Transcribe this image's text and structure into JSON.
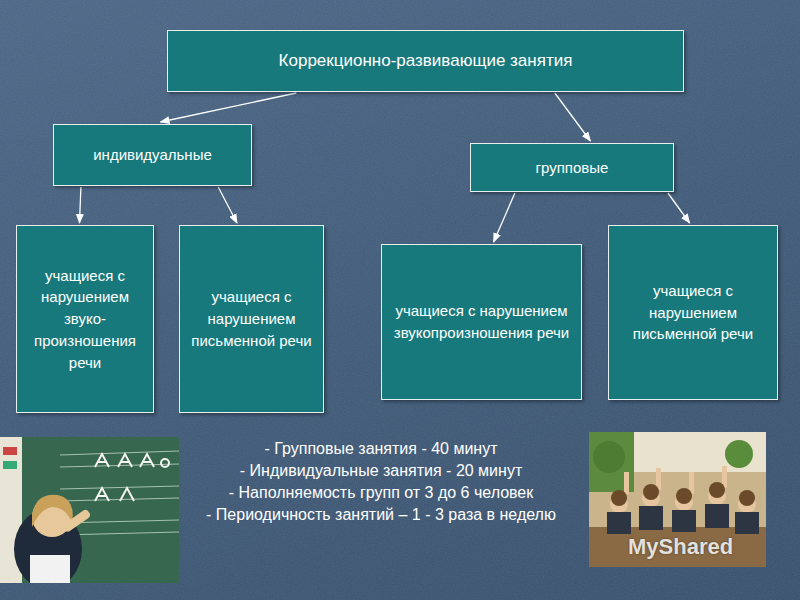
{
  "diagram": {
    "nodes": [
      {
        "text": [
          "Коррекционно-развивающие занятия"
        ]
      },
      {
        "text": [
          "индивидуальные"
        ]
      },
      {
        "text": [
          "групповые"
        ]
      },
      {
        "text": [
          "учащиеся с нарушением звуко- произношения речи"
        ]
      },
      {
        "text": [
          "учащиеся с нарушением письменной речи"
        ]
      },
      {
        "text": [
          "учащиеся с нарушением звукопроизношения речи"
        ]
      },
      {
        "text": [
          "учащиеся с нарушением письменной речи"
        ]
      }
    ],
    "edges": [
      {
        "from": 0,
        "to": 1,
        "arrow": "to"
      },
      {
        "from": 0,
        "to": 2,
        "arrow": "to"
      },
      {
        "from": 1,
        "to": 3,
        "arrow": "to"
      },
      {
        "from": 1,
        "to": 4,
        "arrow": "to"
      },
      {
        "from": 2,
        "to": 5,
        "arrow": "to"
      },
      {
        "from": 2,
        "to": 6,
        "arrow": "to"
      }
    ],
    "labels": [
      "- Групповые занятия - 40 минут",
      "- Индивидуальные занятия - 20 минут",
      "- Наполняемость групп от 3 до 6 человек",
      "- Периодичность занятий – 1 - 3 раза в неделю",
      "MyShared"
    ]
  }
}
